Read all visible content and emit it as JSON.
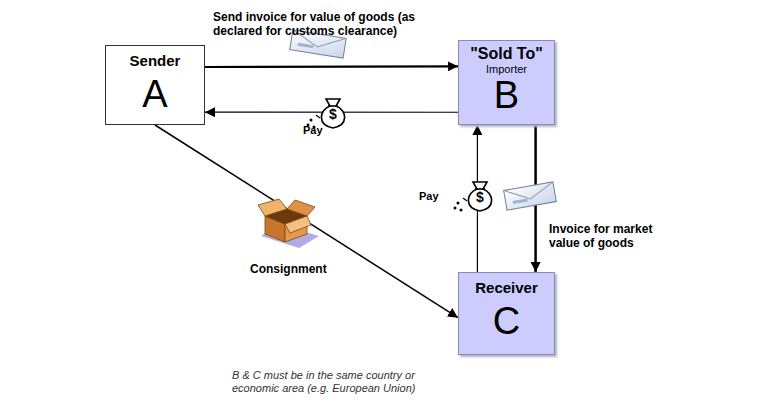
{
  "diagram": {
    "nodes": [
      {
        "text": [
          "Sender",
          "A"
        ]
      },
      {
        "text": [
          "\"Sold To\"",
          "Importer",
          "B"
        ]
      },
      {
        "text": [
          "Receiver",
          "C"
        ]
      }
    ],
    "edges": [
      {
        "from": 0,
        "to": 1,
        "arrow": "to",
        "label": "Send invoice for value of goods (as declared for customs clearance)"
      },
      {
        "from": 1,
        "to": 0,
        "arrow": "to",
        "label": "Pay"
      },
      {
        "from": 0,
        "to": 2,
        "arrow": "to",
        "label": "Consignment"
      },
      {
        "from": 1,
        "to": 2,
        "arrow": "to",
        "label": "Invoice for market value of goods"
      },
      {
        "from": 2,
        "to": 1,
        "arrow": "to",
        "label": "Pay"
      }
    ],
    "labels": [
      "$",
      "$",
      "B & C must be in the same country or economic area (e.g. European Union)"
    ]
  }
}
